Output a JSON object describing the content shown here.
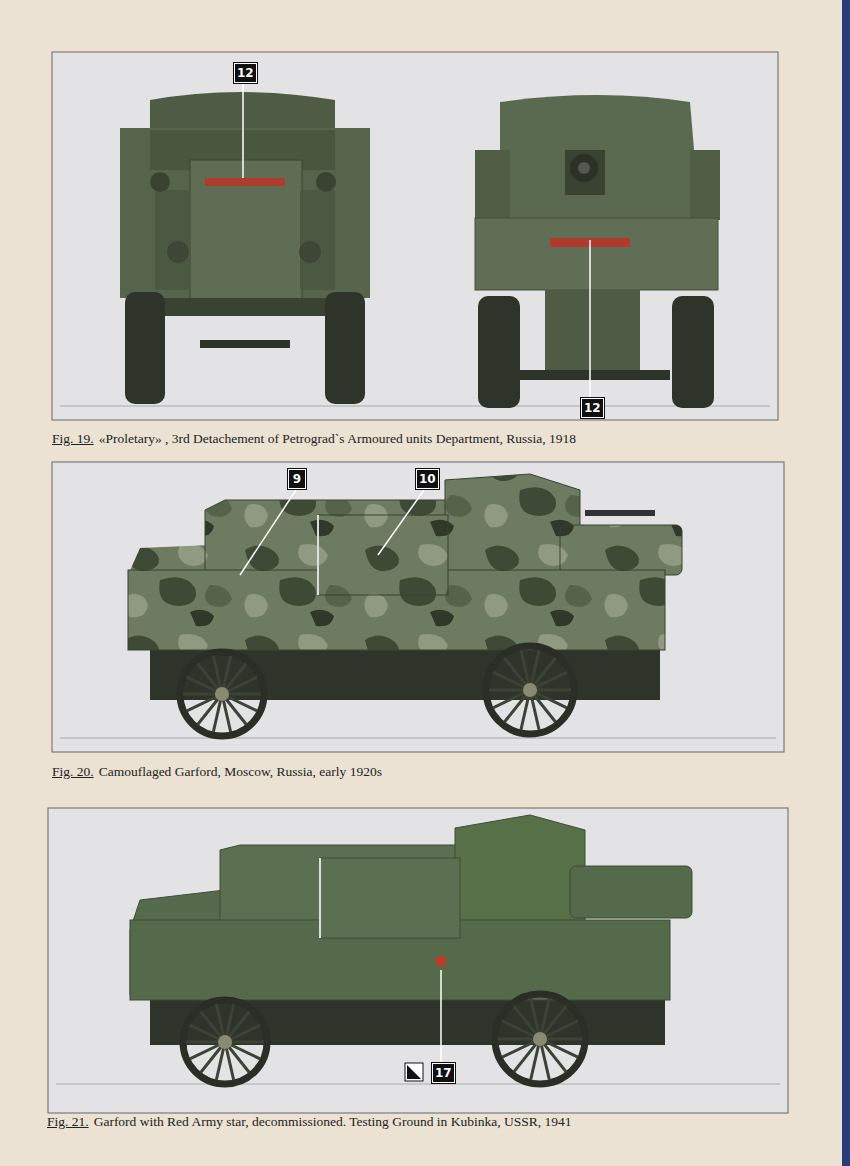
{
  "diagram": {
    "labels": [
      "12",
      "12",
      "Fig. 19.",
      "«Proletary» , 3rd Detachement of Petrograd`s Armoured units Department, Russia, 1918",
      "9",
      "10",
      "Fig. 20.",
      "Camouflaged Garford, Moscow, Russia, early 1920s",
      "17",
      "Fig. 21.",
      "Garford with Red Army star, decommissioned. Testing Ground in Kubinka, USSR, 1941"
    ]
  }
}
